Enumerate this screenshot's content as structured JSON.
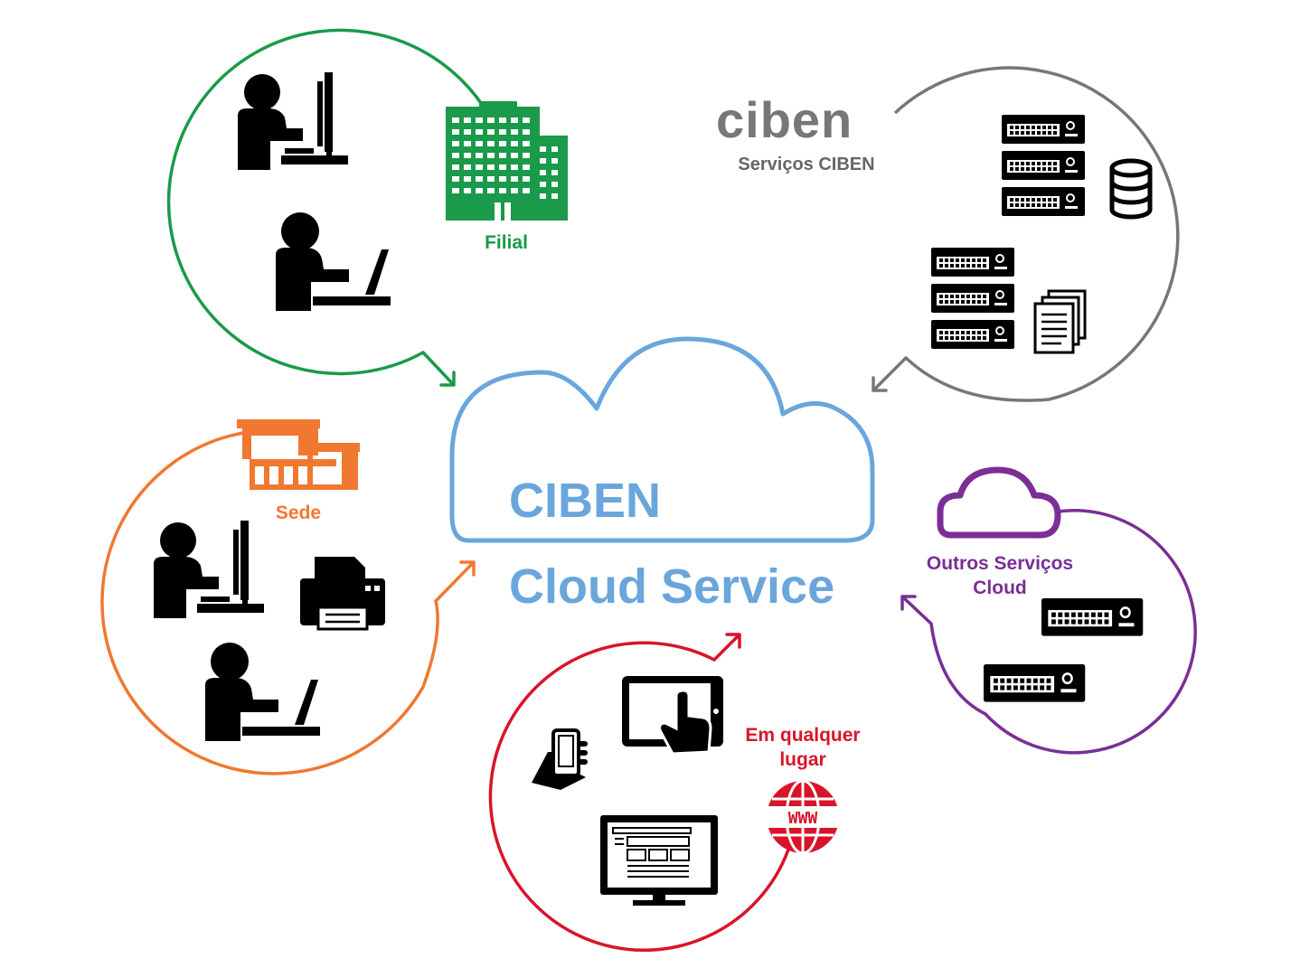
{
  "colors": {
    "filial": "#1a9a4a",
    "ciben": "#777777",
    "sede": "#f07830",
    "outros": "#7a2e96",
    "qualquer": "#d8142a",
    "cloud": "#6aa6dc",
    "icon": "#000000"
  },
  "center": {
    "line1": "CIBEN",
    "line2": "Cloud Service"
  },
  "filial": {
    "label": "Filial"
  },
  "ciben_group": {
    "logo": "ciben",
    "label": "Serviços CIBEN"
  },
  "sede": {
    "label": "Sede"
  },
  "outros": {
    "line1": "Outros Serviços",
    "line2": "Cloud"
  },
  "qualquer": {
    "line1": "Em qualquer",
    "line2": "lugar",
    "globe_text": "WWW"
  }
}
